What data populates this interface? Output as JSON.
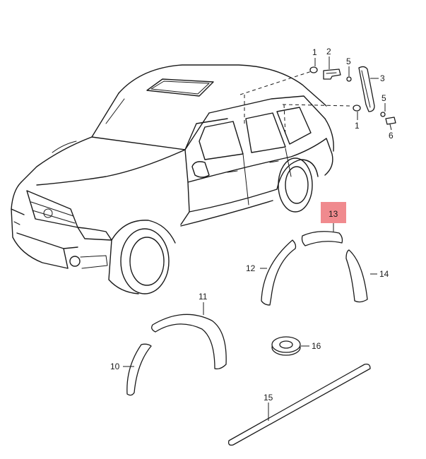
{
  "callouts": [
    {
      "id": "1a",
      "text": "1"
    },
    {
      "id": "2",
      "text": "2"
    },
    {
      "id": "5a",
      "text": "5"
    },
    {
      "id": "3",
      "text": "3"
    },
    {
      "id": "5b",
      "text": "5"
    },
    {
      "id": "1b",
      "text": "1"
    },
    {
      "id": "6",
      "text": "6"
    },
    {
      "id": "13",
      "text": "13",
      "highlighted": true
    },
    {
      "id": "12",
      "text": "12"
    },
    {
      "id": "14",
      "text": "14"
    },
    {
      "id": "11",
      "text": "11"
    },
    {
      "id": "16",
      "text": "16"
    },
    {
      "id": "10",
      "text": "10"
    },
    {
      "id": "15",
      "text": "15"
    }
  ],
  "highlight_color": "#f08a8e"
}
